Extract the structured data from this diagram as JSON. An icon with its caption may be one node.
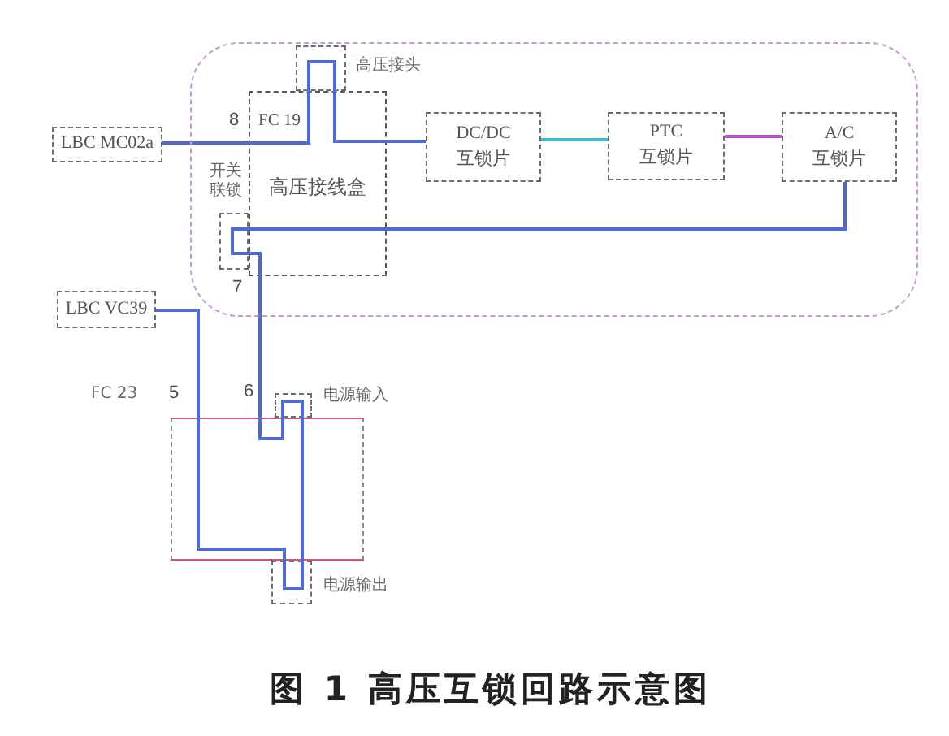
{
  "diagram": {
    "caption": "图 1 高压互锁回路示意图",
    "nodes": [
      {
        "text": [],
        "shape": "box"
      },
      {
        "text": [],
        "shape": "box",
        "in": 0,
        "beside": [
          "高压接头"
        ]
      },
      {
        "text": [
          "LBC MC02a"
        ]
      },
      {
        "text": [
          "FC 19",
          "高压接线盒"
        ],
        "in": 0
      },
      {
        "text": [
          "DC/DC 互锁片"
        ],
        "in": 0
      },
      {
        "text": [
          "PTC 互锁片"
        ],
        "in": 0
      },
      {
        "text": [
          "A/C 互锁片"
        ],
        "in": 0
      },
      {
        "text": [],
        "shape": "box",
        "in": 0,
        "beside": [
          "开关联锁"
        ]
      },
      {
        "text": [
          "LBC VC39"
        ]
      },
      {
        "text": [],
        "shape": "box",
        "beside": [
          "FC 23"
        ]
      },
      {
        "text": [],
        "shape": "box",
        "beside": [
          "电源输入"
        ]
      },
      {
        "text": [],
        "shape": "box",
        "beside": [
          "电源输出"
        ]
      }
    ],
    "edges": [
      {
        "from": 2,
        "to": 3,
        "arrow": "none"
      },
      {
        "from": 3,
        "to": 4,
        "arrow": "none"
      },
      {
        "from": 4,
        "to": 5,
        "arrow": "none",
        "color": "#3fb9cc"
      },
      {
        "from": 5,
        "to": 6,
        "arrow": "none",
        "color": "#b455c8"
      },
      {
        "from": 6,
        "to": 3,
        "arrow": "none"
      },
      {
        "from": 3,
        "to": 9,
        "arrow": "none"
      },
      {
        "from": 8,
        "to": 9,
        "arrow": "none"
      }
    ],
    "labels": [
      "8",
      "7",
      "5",
      "6"
    ]
  }
}
